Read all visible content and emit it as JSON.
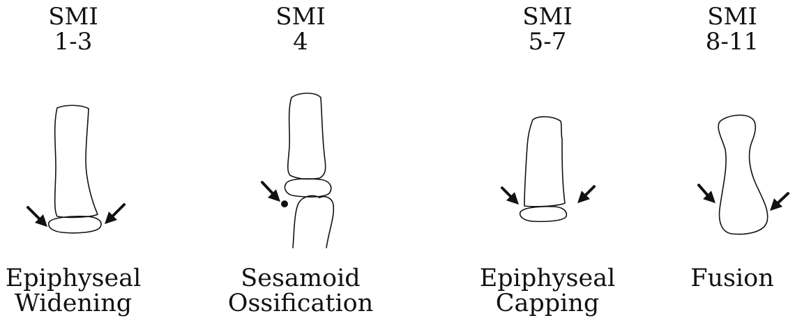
{
  "stages": [
    {
      "smi_title": "SMI",
      "smi_range": "1-3",
      "caption_line1": "Epiphyseal",
      "caption_line2": "Widening"
    },
    {
      "smi_title": "SMI",
      "smi_range": "4",
      "caption_line1": "Sesamoid",
      "caption_line2": "Ossification"
    },
    {
      "smi_title": "SMI",
      "smi_range": "5-7",
      "caption_line1": "Epiphyseal",
      "caption_line2": "Capping"
    },
    {
      "smi_title": "SMI",
      "smi_range": "8-11",
      "caption_line1": "Fusion",
      "caption_line2": ""
    }
  ]
}
